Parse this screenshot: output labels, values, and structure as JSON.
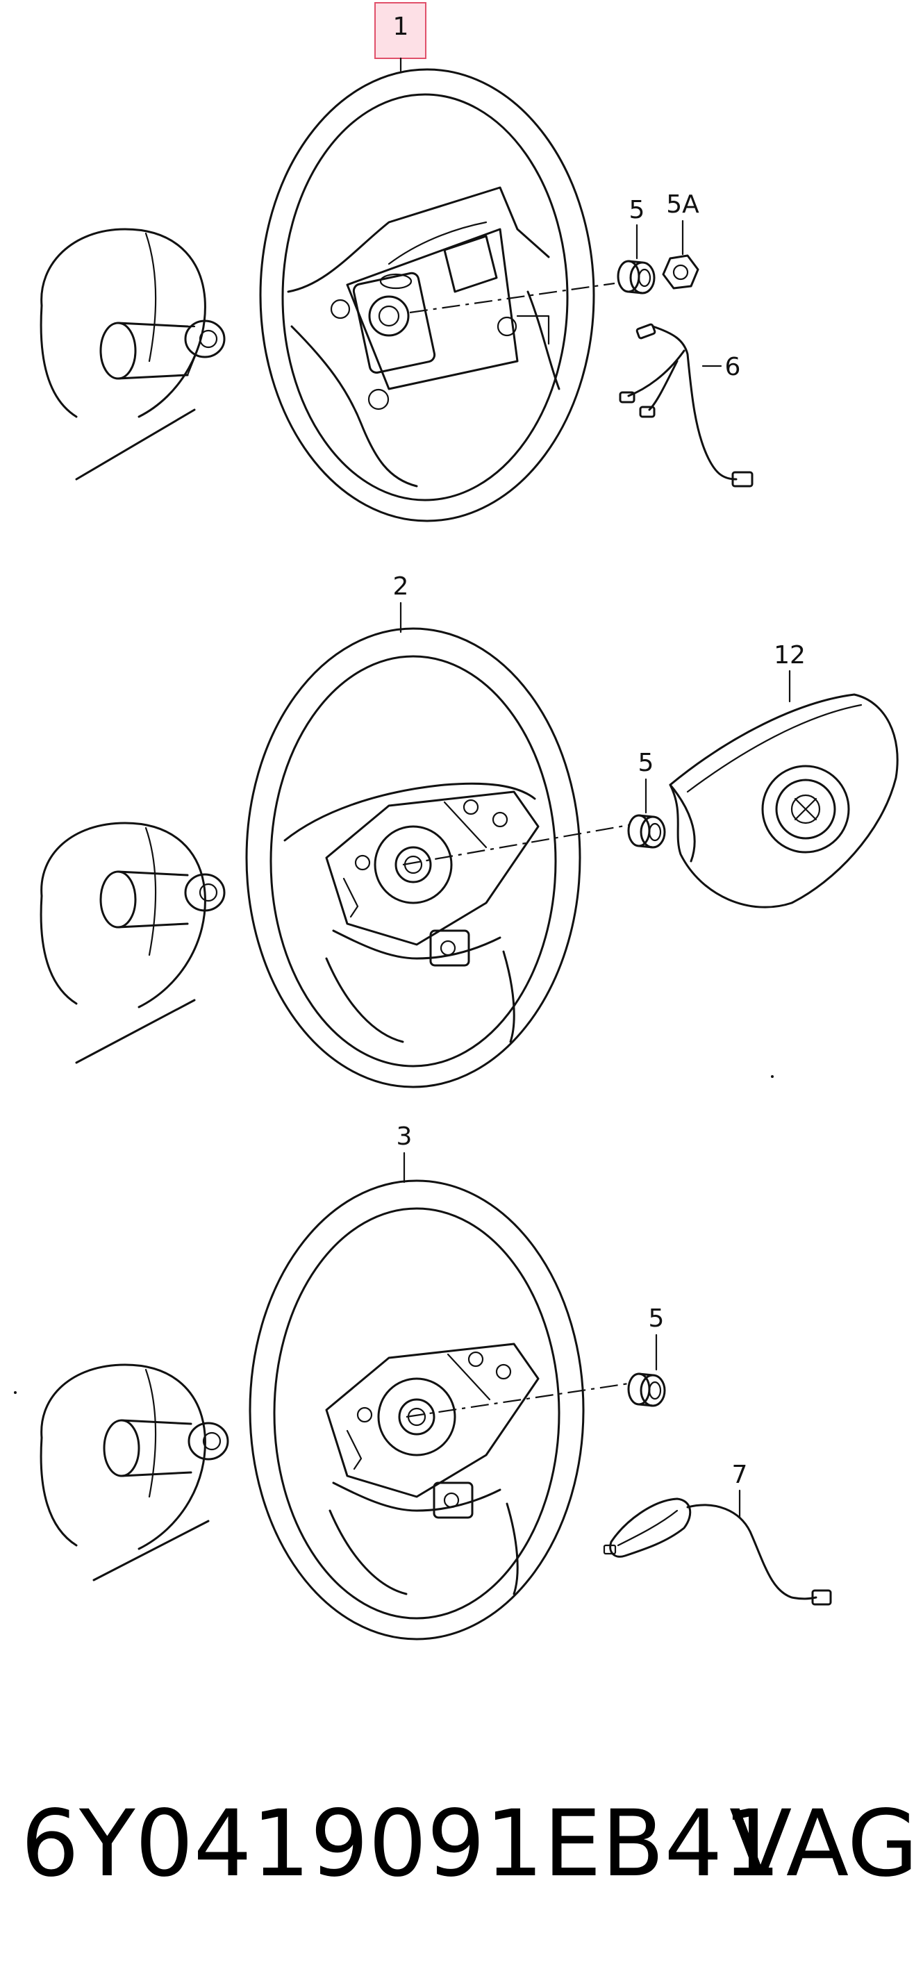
{
  "callouts": {
    "c1": "1",
    "c2": "2",
    "c3": "3",
    "c5a": "5",
    "c5b": "5A",
    "c6": "6",
    "c5c": "5",
    "c12": "12",
    "c5d": "5",
    "c7": "7"
  },
  "footer": {
    "part_number": "6Y0419091EB41",
    "brand": "VAG"
  },
  "colors": {
    "line": "#111111",
    "highlight_fill": "#fde0e6",
    "highlight_stroke": "#e0506a"
  }
}
